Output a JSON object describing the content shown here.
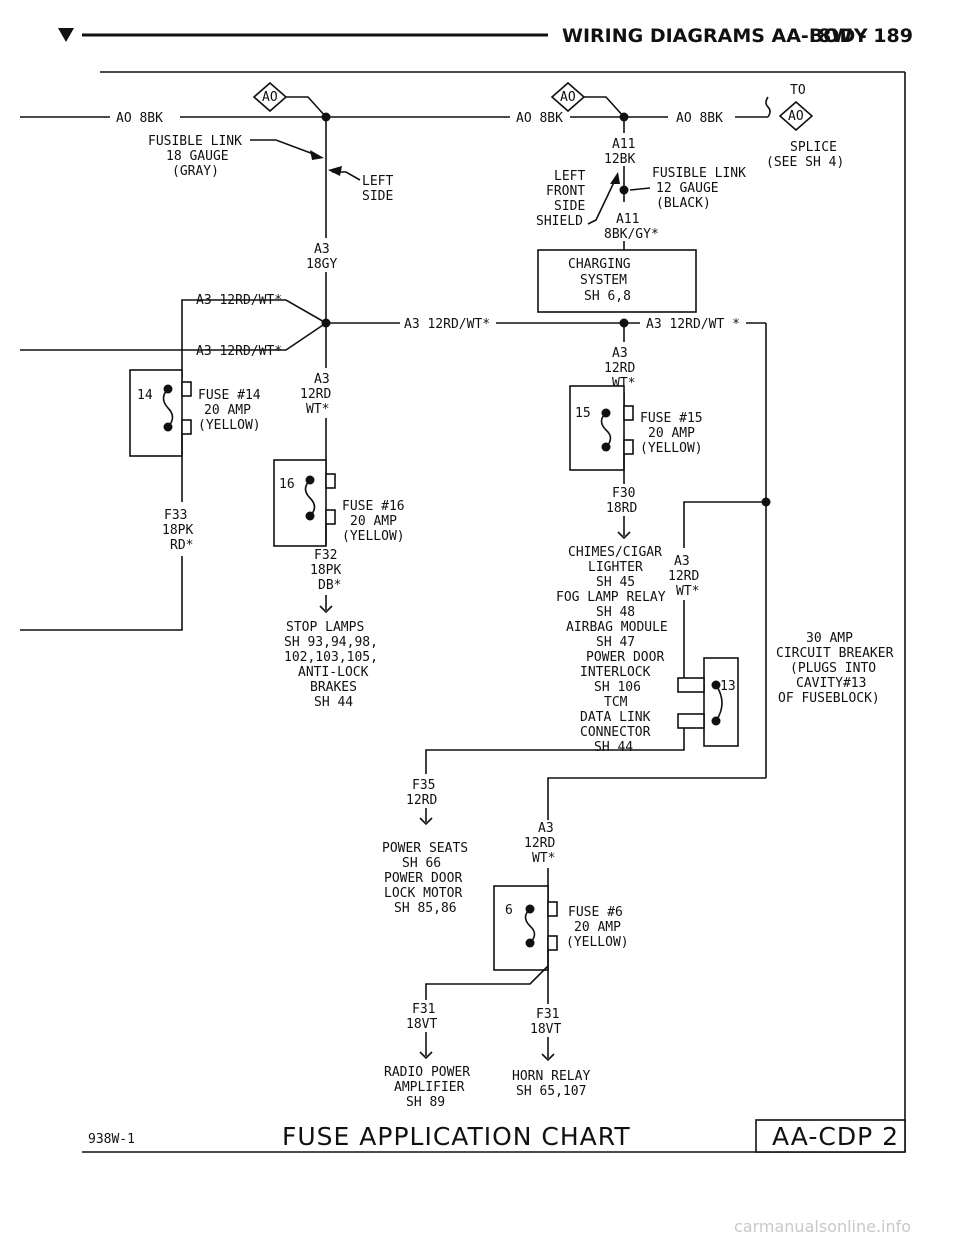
{
  "header": {
    "title": "WIRING DIAGRAMS AA-BODY",
    "page": "8W - 189"
  },
  "connectors": {
    "ao_left": "AO",
    "ao_center": "AO",
    "ao_right": "AO"
  },
  "labels": {
    "to": "TO",
    "ao8bk_left": "AO 8BK",
    "ao8bk_center": "AO 8BK",
    "ao8bk_right": "AO 8BK",
    "splice_1": "SPLICE",
    "splice_2": "(SEE SH 4)",
    "fl18_1": "FUSIBLE LINK",
    "fl18_2": "18 GAUGE",
    "fl18_3": "(GRAY)",
    "left_side_1": "LEFT",
    "left_side_2": "SIDE",
    "a11_top_1": "A11",
    "a11_top_2": "12BK",
    "lfs_1": "LEFT",
    "lfs_2": "FRONT",
    "lfs_3": "SIDE",
    "lfs_4": "SHIELD",
    "fl12_1": "FUSIBLE LINK",
    "fl12_2": "12 GAUGE",
    "fl12_3": "(BLACK)",
    "a11_bot_1": "A11",
    "a11_bot_2": "8BK/GY*",
    "a3_18gy_1": "A3",
    "a3_18gy_2": "18GY",
    "charging_1": "CHARGING",
    "charging_2": "SYSTEM",
    "charging_3": "SH 6,8",
    "a3_rdwt_upper": "A3 12RD/WT*",
    "a3_rdwt_lower": "A3 12RD/WT*",
    "a3_rdwt_mid": "A3 12RD/WT*",
    "a3_rdwt_right": "A3 12RD/WT *",
    "a3_15_1": "A3",
    "a3_15_2": "12RD",
    "a3_15_3": "WT*",
    "a3_16_1": "A3",
    "a3_16_2": "12RD",
    "a3_16_3": "WT*",
    "fuse14_num": "14",
    "fuse14_1": "FUSE #14",
    "fuse14_2": "20 AMP",
    "fuse14_3": "(YELLOW)",
    "fuse15_num": "15",
    "fuse15_1": "FUSE #15",
    "fuse15_2": "20 AMP",
    "fuse15_3": "(YELLOW)",
    "fuse16_num": "16",
    "fuse16_1": "FUSE #16",
    "fuse16_2": "20 AMP",
    "fuse16_3": "(YELLOW)",
    "f33_1": "F33",
    "f33_2": "18PK",
    "f33_3": "RD*",
    "f30_1": "F30",
    "f30_2": "18RD",
    "f32_1": "F32",
    "f32_2": "18PK",
    "f32_3": "DB*",
    "stop_1": "STOP LAMPS",
    "stop_2": "SH 93,94,98,",
    "stop_3": "102,103,105,",
    "stop_4": "ANTI-LOCK",
    "stop_5": "BRAKES",
    "stop_6": "SH 44",
    "chimes_1": "CHIMES/CIGAR",
    "chimes_2": "LIGHTER",
    "chimes_3": "SH 45",
    "chimes_4": "FOG LAMP RELAY",
    "chimes_5": "SH 48",
    "chimes_6": "AIRBAG MODULE",
    "chimes_7": "SH 47",
    "chimes_8": "POWER DOOR",
    "chimes_9": "INTERLOCK",
    "chimes_10": "SH 106",
    "chimes_11": "TCM",
    "chimes_12": "DATA LINK",
    "chimes_13": "CONNECTOR",
    "chimes_14": "SH 44",
    "a3_cb_1": "A3",
    "a3_cb_2": "12RD",
    "a3_cb_3": "WT*",
    "cb13_num": "13",
    "cb_1": "30 AMP",
    "cb_2": "CIRCUIT BREAKER",
    "cb_3": "(PLUGS INTO",
    "cb_4": "CAVITY#13",
    "cb_5": "OF FUSEBLOCK)",
    "f35_1": "F35",
    "f35_2": "12RD",
    "pseats_1": "POWER SEATS",
    "pseats_2": "SH 66",
    "pseats_3": "POWER DOOR",
    "pseats_4": "LOCK MOTOR",
    "pseats_5": "SH 85,86",
    "a3_6_1": "A3",
    "a3_6_2": "12RD",
    "a3_6_3": "WT*",
    "fuse6_num": "6",
    "fuse6_1": "FUSE #6",
    "fuse6_2": "20 AMP",
    "fuse6_3": "(YELLOW)",
    "f31l_1": "F31",
    "f31l_2": "18VT",
    "f31r_1": "F31",
    "f31r_2": "18VT",
    "radio_1": "RADIO POWER",
    "radio_2": "AMPLIFIER",
    "radio_3": "SH 89",
    "horn_1": "HORN RELAY",
    "horn_2": "SH 65,107"
  },
  "footer": {
    "code": "938W-1",
    "title": "FUSE APPLICATION CHART",
    "box": "AA-CDP 2"
  },
  "watermark": "carmanualsonline.info"
}
